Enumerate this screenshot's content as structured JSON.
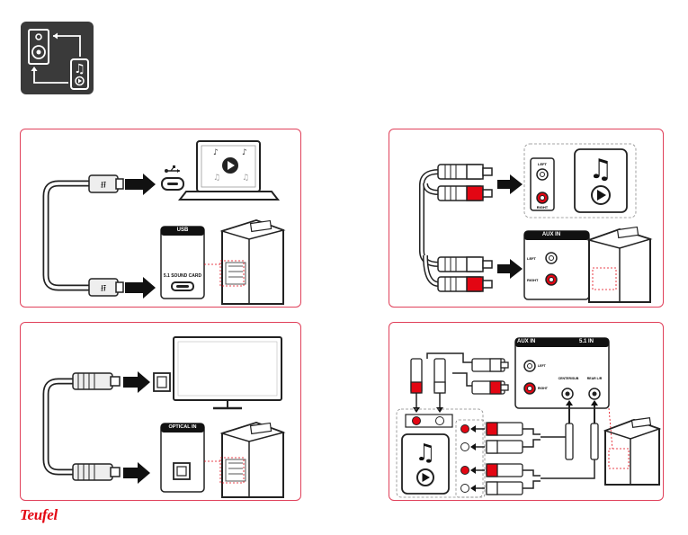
{
  "brand": "Teufel",
  "panels": {
    "usb": {
      "port_label": "USB",
      "sound_card_label": "5.1 SOUND CARD"
    },
    "optical": {
      "port_label": "OPTICAL IN"
    },
    "aux": {
      "aux_in_label": "AUX IN",
      "left_label": "LEFT",
      "right_label": "RIGHT",
      "src_left_label": "LEFT",
      "src_right_label": "RIGHT"
    },
    "surround": {
      "aux_in_label": "AUX IN",
      "surround_in_label": "5.1 IN",
      "left_label": "LEFT",
      "right_label": "RIGHT",
      "center_sub_label": "CENTER/SUB",
      "rear_label": "REAR L/R"
    }
  },
  "colors": {
    "accent": "#e30613",
    "panel_border": "#e0405a",
    "dark": "#1a1a1a",
    "icon_bg": "#3a3a3a"
  },
  "icons": [
    "speaker-icon",
    "music-player-icon",
    "usb-icon",
    "laptop-icon",
    "tv-icon",
    "music-note-icon",
    "play-icon"
  ]
}
